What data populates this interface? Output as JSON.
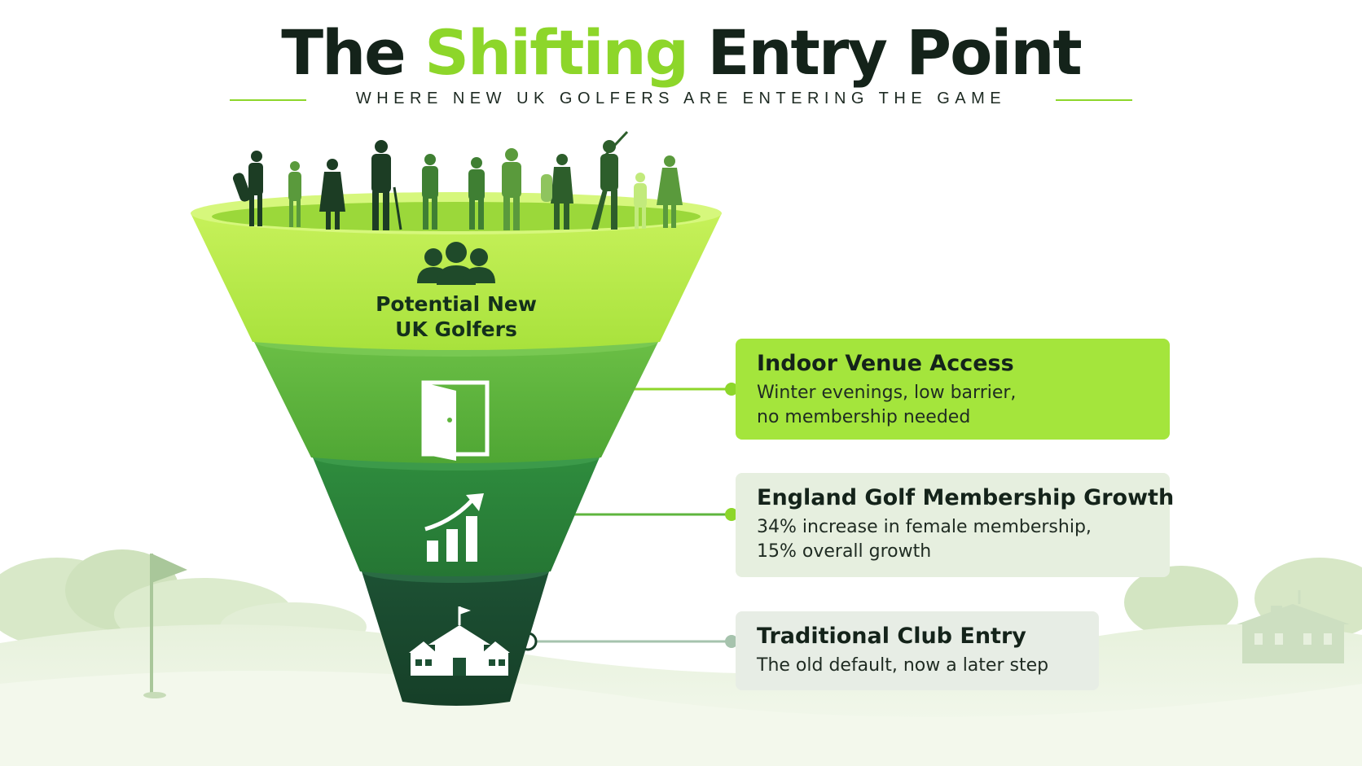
{
  "title": {
    "part1": "The",
    "accent": "Shifting",
    "part2": "Entry Point"
  },
  "subtitle": "WHERE NEW UK GOLFERS ARE ENTERING THE GAME",
  "colors": {
    "accent": "#8dd62a",
    "tier1": "#b8ee4a",
    "tier2": "#5fb53d",
    "tier3": "#2e8a3e",
    "tier4": "#1c5033",
    "dark_text": "#14231a"
  },
  "funnel": {
    "top_label": "Potential New UK Golfers",
    "tiers": [
      {
        "icon": "people-group-icon",
        "label_line1": "Potential New",
        "label_line2": "UK Golfers"
      },
      {
        "icon": "door-icon"
      },
      {
        "icon": "growth-chart-icon"
      },
      {
        "icon": "clubhouse-icon"
      }
    ]
  },
  "callouts": [
    {
      "title": "Indoor Venue Access",
      "line1": "Winter evenings, low barrier,",
      "line2": "no membership needed"
    },
    {
      "title": "England Golf Membership Growth",
      "line1": "34% increase in female membership,",
      "line2": "15% overall growth"
    },
    {
      "title": "Traditional Club Entry",
      "line1": "The old default, now a later step"
    }
  ]
}
